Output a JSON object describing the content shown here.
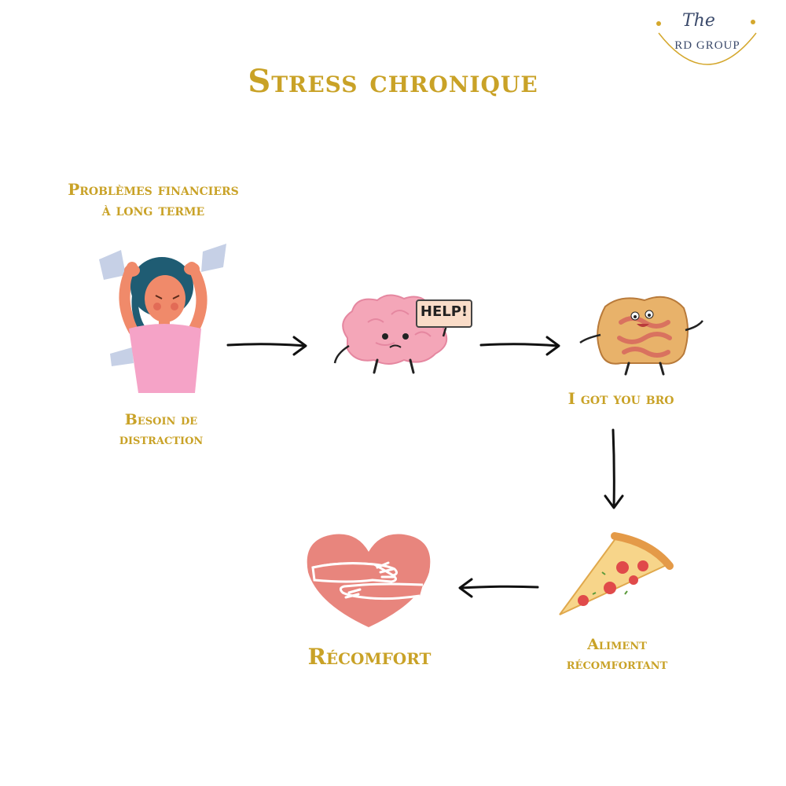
{
  "logo": {
    "script_text": "The",
    "name_text": "RD GROUP"
  },
  "title": "Stress chronique",
  "nodes": {
    "stress_cause": "Problèmes financiers à long terme",
    "need": "Besoin de distraction",
    "brain_sign": "HELP!",
    "gut_reply": "I got you bro",
    "food": "Aliment récomfortant",
    "comfort": "Récomfort"
  },
  "colors": {
    "accent_gold": "#c9a227",
    "brain_pink": "#f4a6b8",
    "heart_red": "#e8857d",
    "arrow": "#111111"
  },
  "icons": [
    "stressed-woman-icon",
    "brain-help-icon",
    "intestine-icon",
    "pizza-icon",
    "heart-hug-icon"
  ]
}
